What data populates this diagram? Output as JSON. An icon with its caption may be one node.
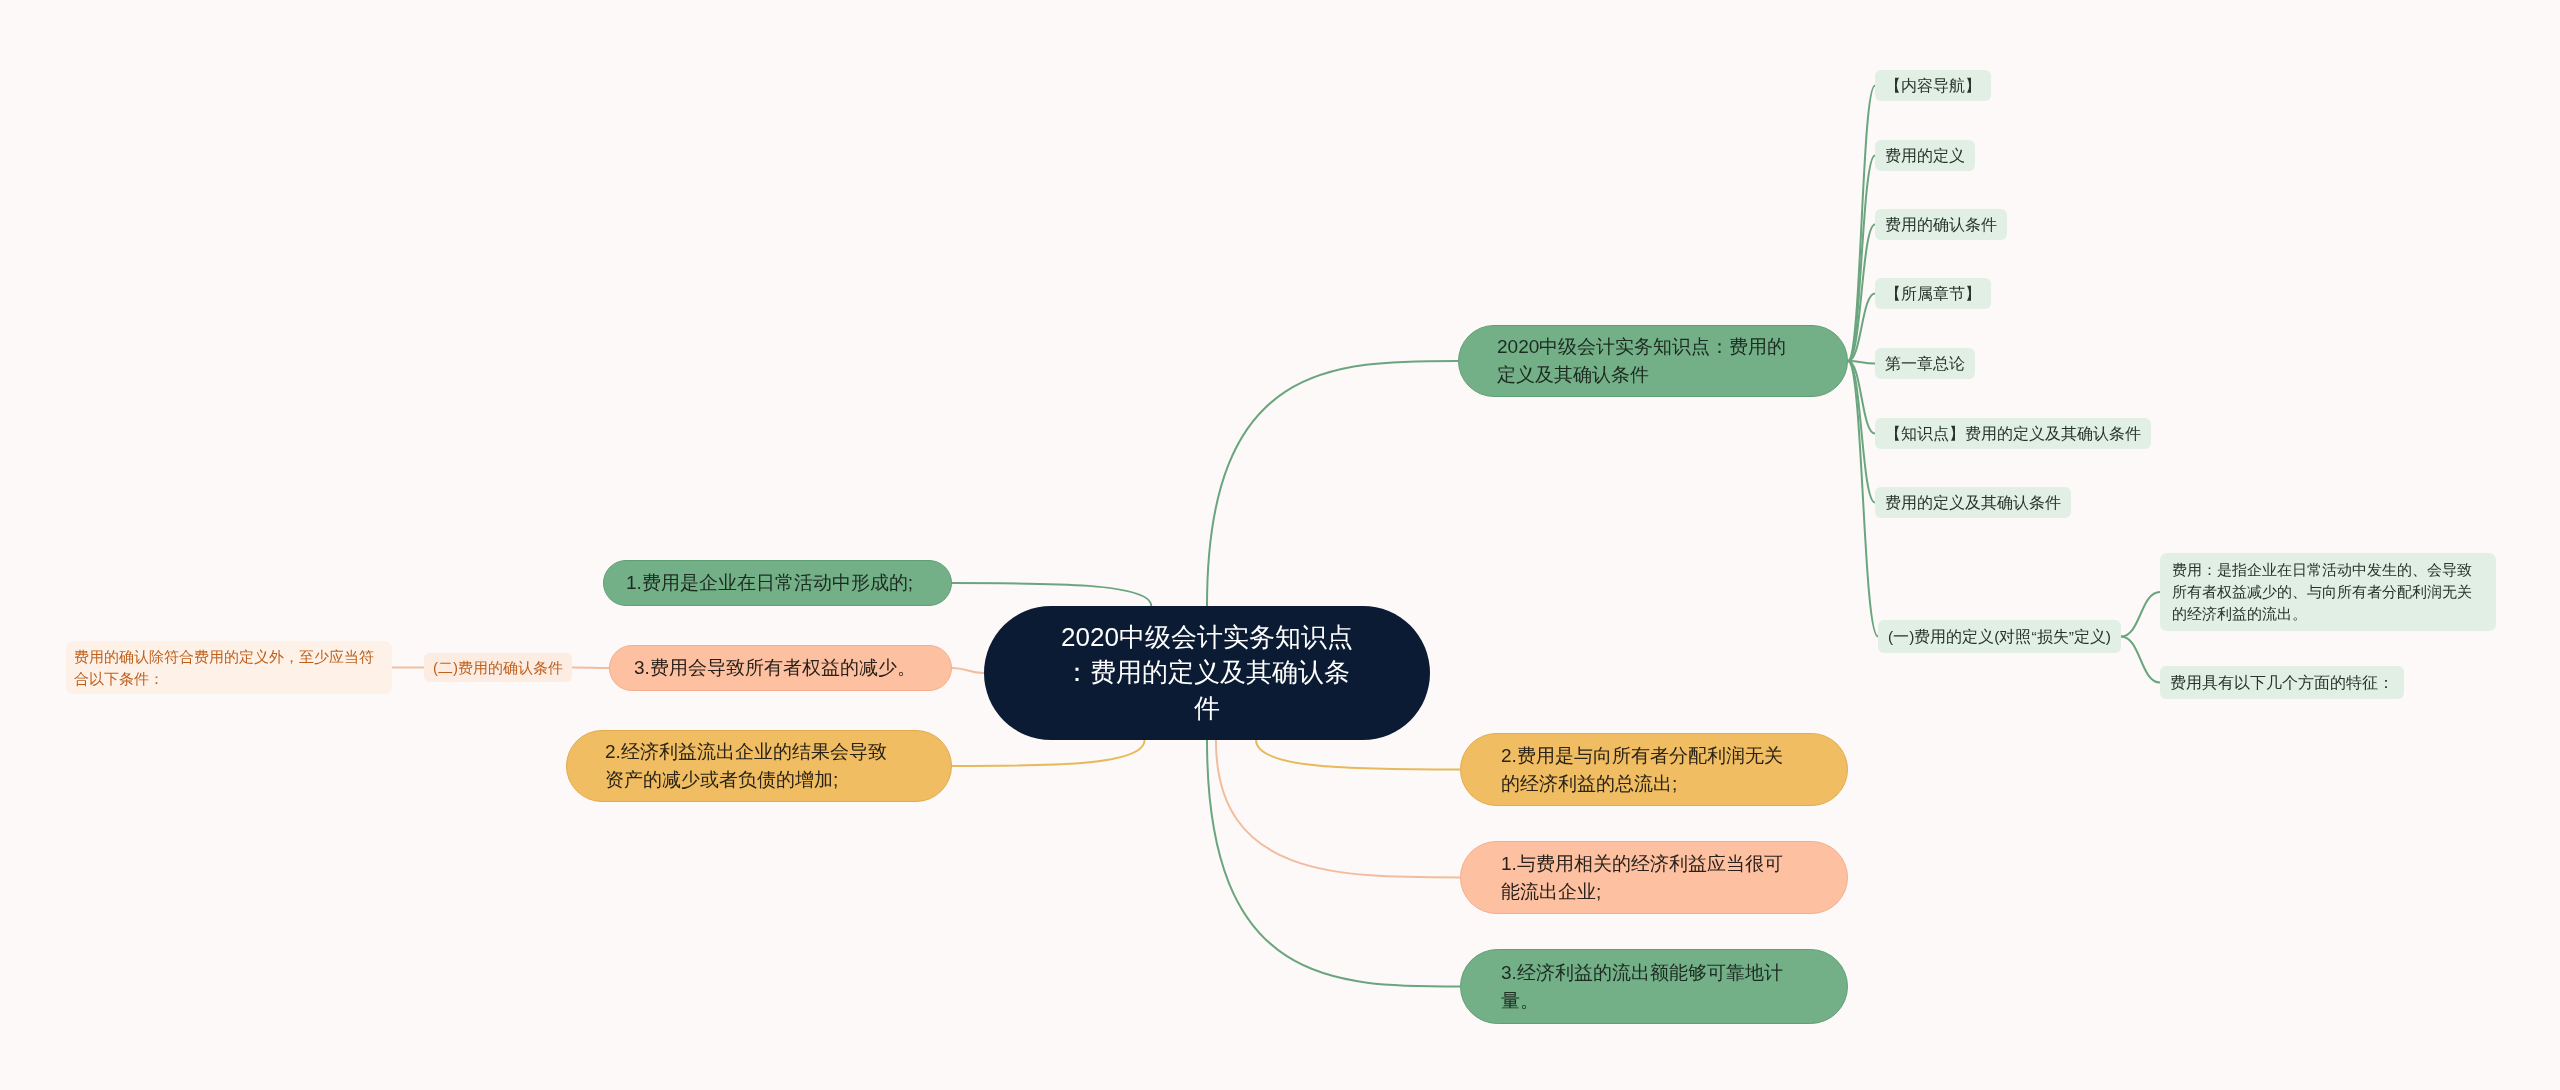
{
  "diagram": {
    "nodes": [
      {
        "text": [
          "2020中级会计实务知识点：费用的定义及其确认条件"
        ]
      },
      {
        "text": [
          "2020中级会计实务知识点：费用的定义及其确认条件"
        ]
      },
      {
        "text": [
          "【内容导航】"
        ]
      },
      {
        "text": [
          "费用的定义"
        ]
      },
      {
        "text": [
          "费用的确认条件"
        ]
      },
      {
        "text": [
          "【所属章节】"
        ]
      },
      {
        "text": [
          "第一章总论"
        ]
      },
      {
        "text": [
          "【知识点】费用的定义及其确认条件"
        ]
      },
      {
        "text": [
          "费用的定义及其确认条件"
        ]
      },
      {
        "text": [
          "(一)费用的定义(对照“损失”定义)"
        ]
      },
      {
        "text": [
          "费用：是指企业在日常活动中发生的、会导致所有者权益减少的、与向所有者分配利润无关的经济利益的流出。"
        ]
      },
      {
        "text": [
          "费用具有以下几个方面的特征："
        ]
      },
      {
        "text": [
          "1.费用是企业在日常活动中形成的;"
        ]
      },
      {
        "text": [
          "费用的确认除符合费用的定义外，至少应当符合以下条件："
        ]
      },
      {
        "text": [
          "(二)费用的确认条件"
        ]
      },
      {
        "text": [
          "3.费用会导致所有者权益的减少。"
        ]
      },
      {
        "text": [
          "2.经济利益流出企业的结果会导致资产的减少或者负债的增加;"
        ]
      },
      {
        "text": [
          "2.费用是与向所有者分配利润无关的经济利益的总流出;"
        ]
      },
      {
        "text": [
          "1.与费用相关的经济利益应当很可能流出企业;"
        ]
      },
      {
        "text": [
          "3.经济利益的流出额能够可靠地计量。"
        ]
      }
    ],
    "edges": [
      {
        "from": 0,
        "to": 1,
        "arrow": "none"
      },
      {
        "from": 1,
        "to": 2,
        "arrow": "none"
      },
      {
        "from": 1,
        "to": 3,
        "arrow": "none"
      },
      {
        "from": 1,
        "to": 4,
        "arrow": "none"
      },
      {
        "from": 1,
        "to": 5,
        "arrow": "none"
      },
      {
        "from": 1,
        "to": 6,
        "arrow": "none"
      },
      {
        "from": 1,
        "to": 7,
        "arrow": "none"
      },
      {
        "from": 1,
        "to": 8,
        "arrow": "none"
      },
      {
        "from": 1,
        "to": 9,
        "arrow": "none"
      },
      {
        "from": 9,
        "to": 10,
        "arrow": "none"
      },
      {
        "from": 9,
        "to": 11,
        "arrow": "none"
      },
      {
        "from": 0,
        "to": 12,
        "arrow": "none"
      },
      {
        "from": 0,
        "to": 15,
        "arrow": "none",
        "color": "#f2bc9e"
      },
      {
        "from": 15,
        "to": 14,
        "arrow": "none",
        "color": "#f2bc9e"
      },
      {
        "from": 14,
        "to": 13,
        "arrow": "none",
        "color": "#f2bc9e"
      },
      {
        "from": 0,
        "to": 16,
        "arrow": "none",
        "color": "#e8b95a"
      },
      {
        "from": 0,
        "to": 17,
        "arrow": "none",
        "color": "#e8b95a"
      },
      {
        "from": 0,
        "to": 18,
        "arrow": "none",
        "color": "#f2bc9e"
      },
      {
        "from": 0,
        "to": 19,
        "arrow": "none"
      }
    ]
  }
}
